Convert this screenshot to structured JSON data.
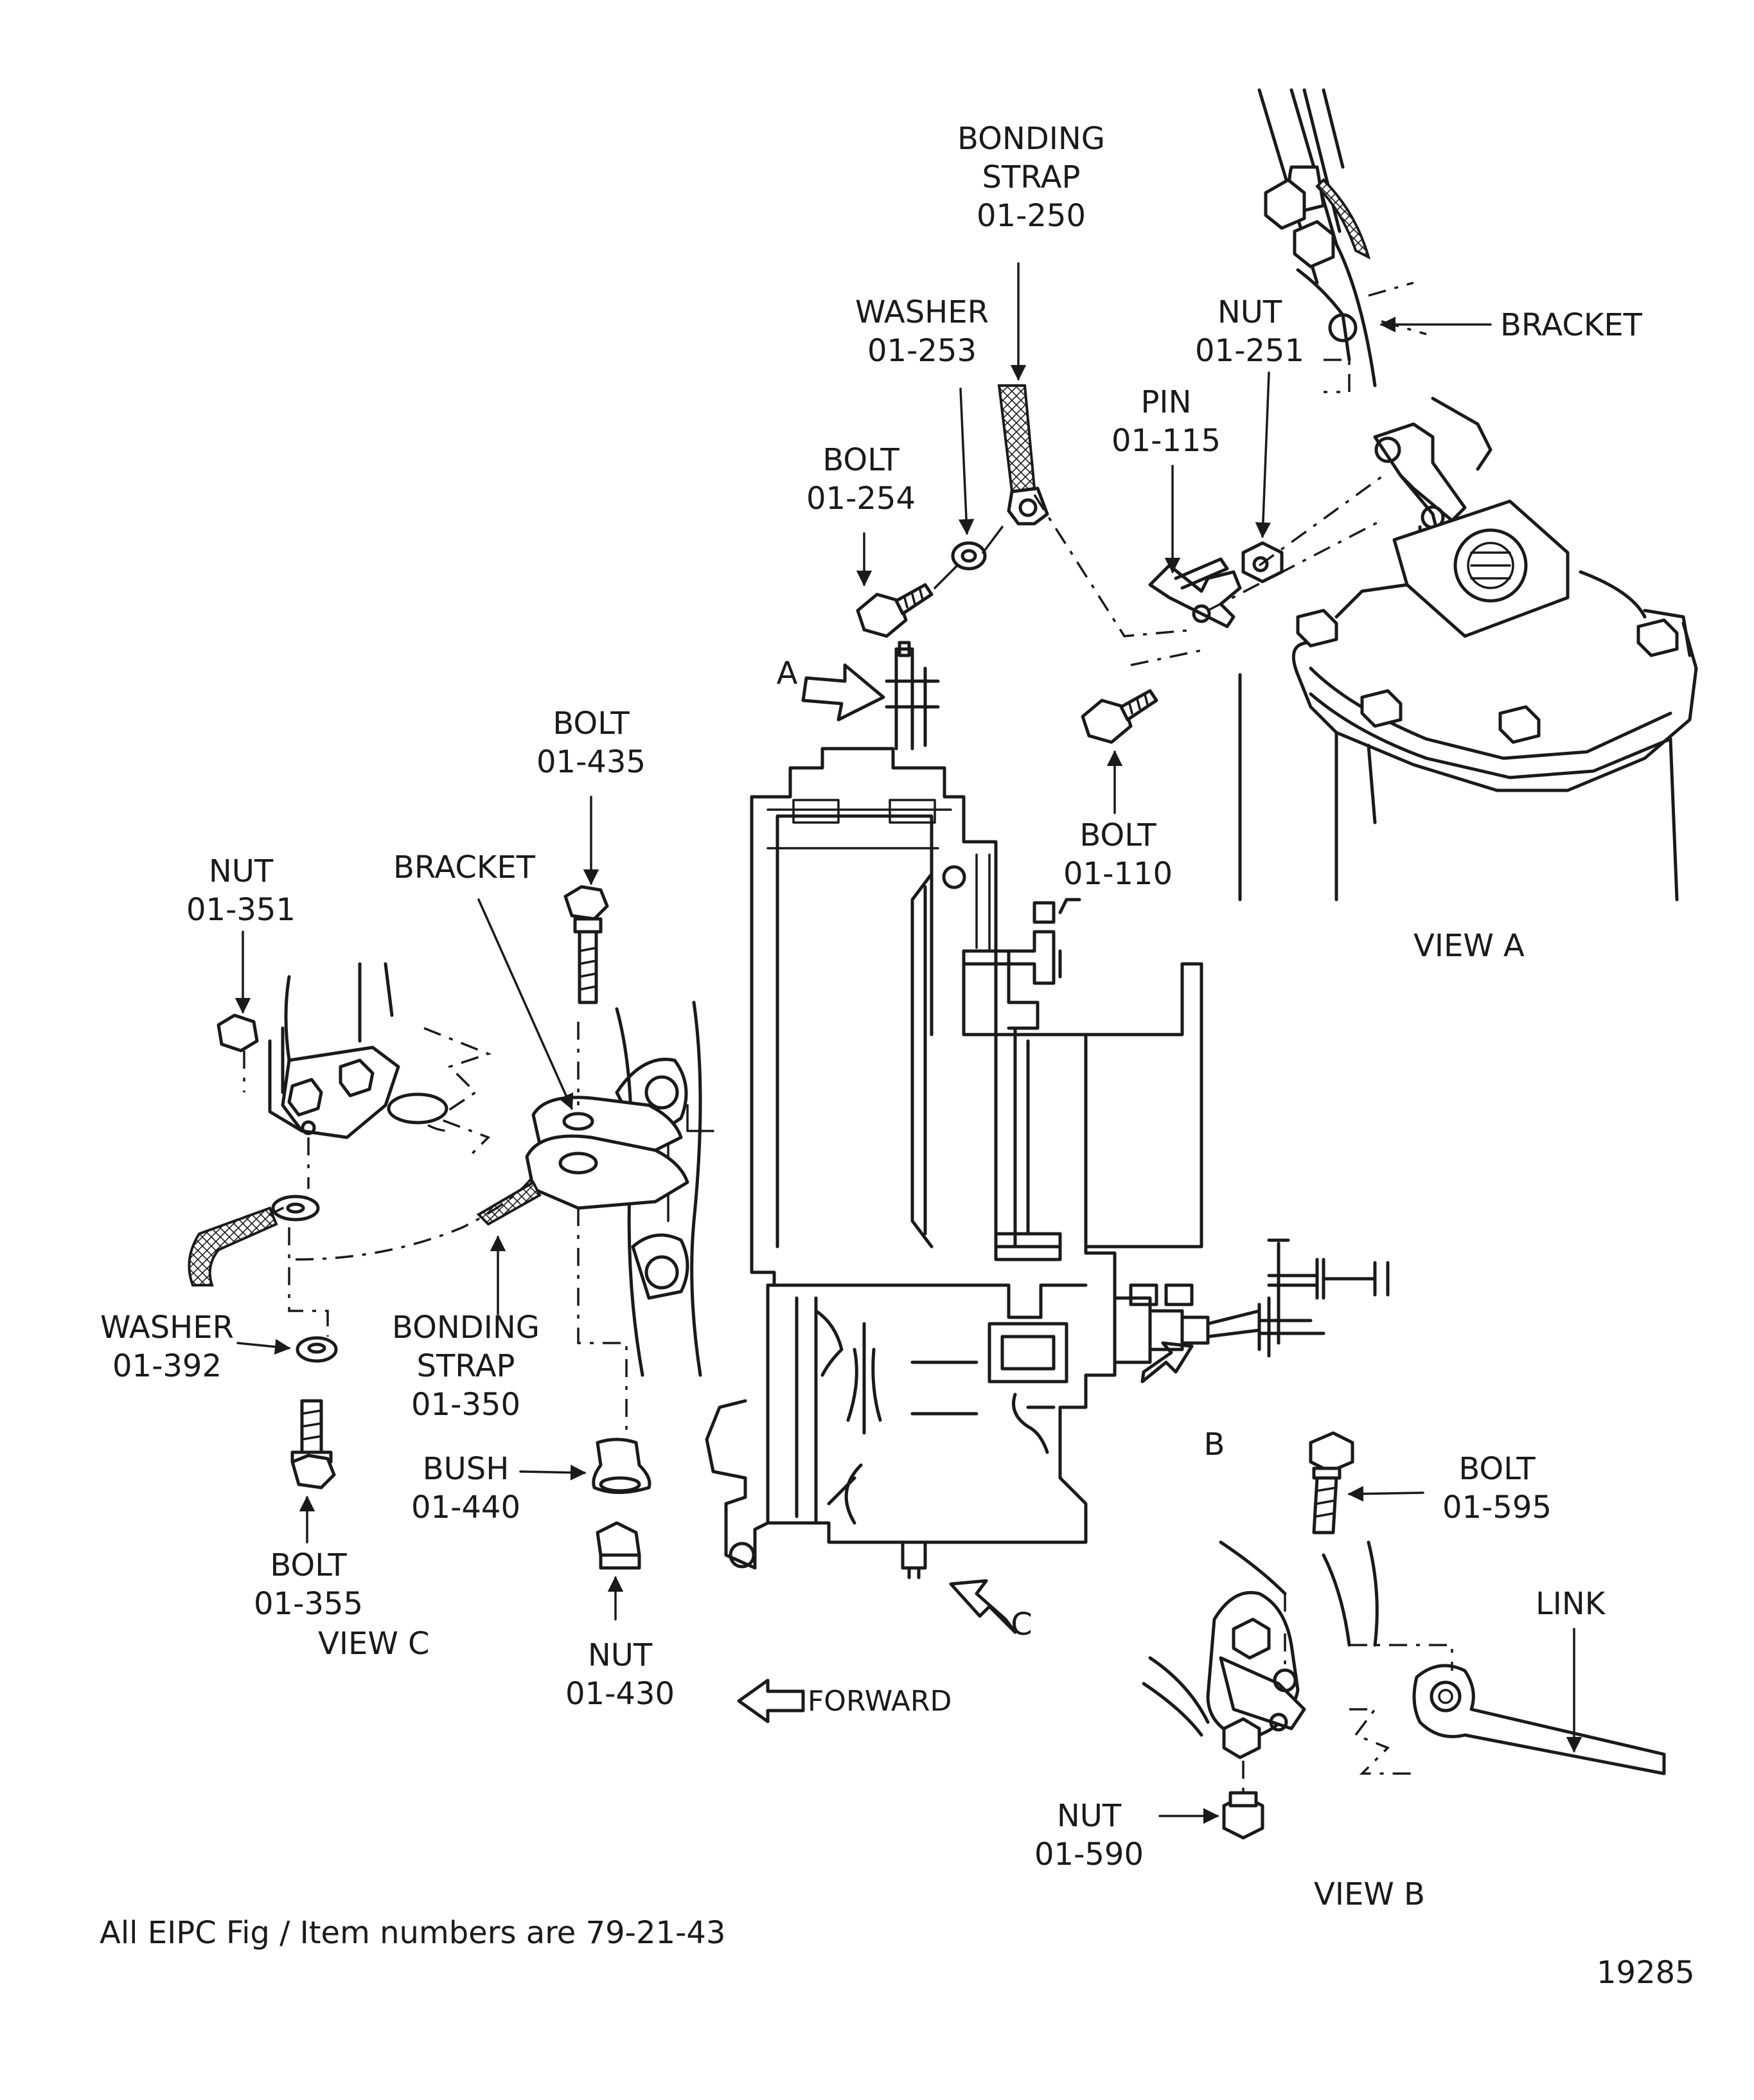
{
  "labels": {
    "bonding_strap_250": [
      "BONDING",
      "STRAP",
      "01-250"
    ],
    "washer_253": [
      "WASHER",
      "01-253"
    ],
    "nut_251": [
      "NUT",
      "01-251"
    ],
    "bracket_a": "BRACKET",
    "pin_115": [
      "PIN",
      "01-115"
    ],
    "bolt_254": [
      "BOLT",
      "01-254"
    ],
    "arrow_a": "A",
    "bolt_110": [
      "BOLT",
      "01-110"
    ],
    "view_a": "VIEW  A",
    "bolt_435": [
      "BOLT",
      "01-435"
    ],
    "nut_351": [
      "NUT",
      "01-351"
    ],
    "bracket_c": "BRACKET",
    "washer_392": [
      "WASHER",
      "01-392"
    ],
    "bonding_strap_350": [
      "BONDING",
      "STRAP",
      "01-350"
    ],
    "bush_440": [
      "BUSH",
      "01-440"
    ],
    "bolt_355": [
      "BOLT",
      "01-355"
    ],
    "view_c": "VIEW  C",
    "nut_430": [
      "NUT",
      "01-430"
    ],
    "arrow_b": "B",
    "arrow_c": "C",
    "forward": "FORWARD",
    "bolt_595": [
      "BOLT",
      "01-595"
    ],
    "link": "LINK",
    "nut_590": [
      "NUT",
      "01-590"
    ],
    "view_b": "VIEW  B"
  },
  "footer_note": "All  EIPC  Fig / Item  numbers  are  79-21-43",
  "figure_number": "19285"
}
